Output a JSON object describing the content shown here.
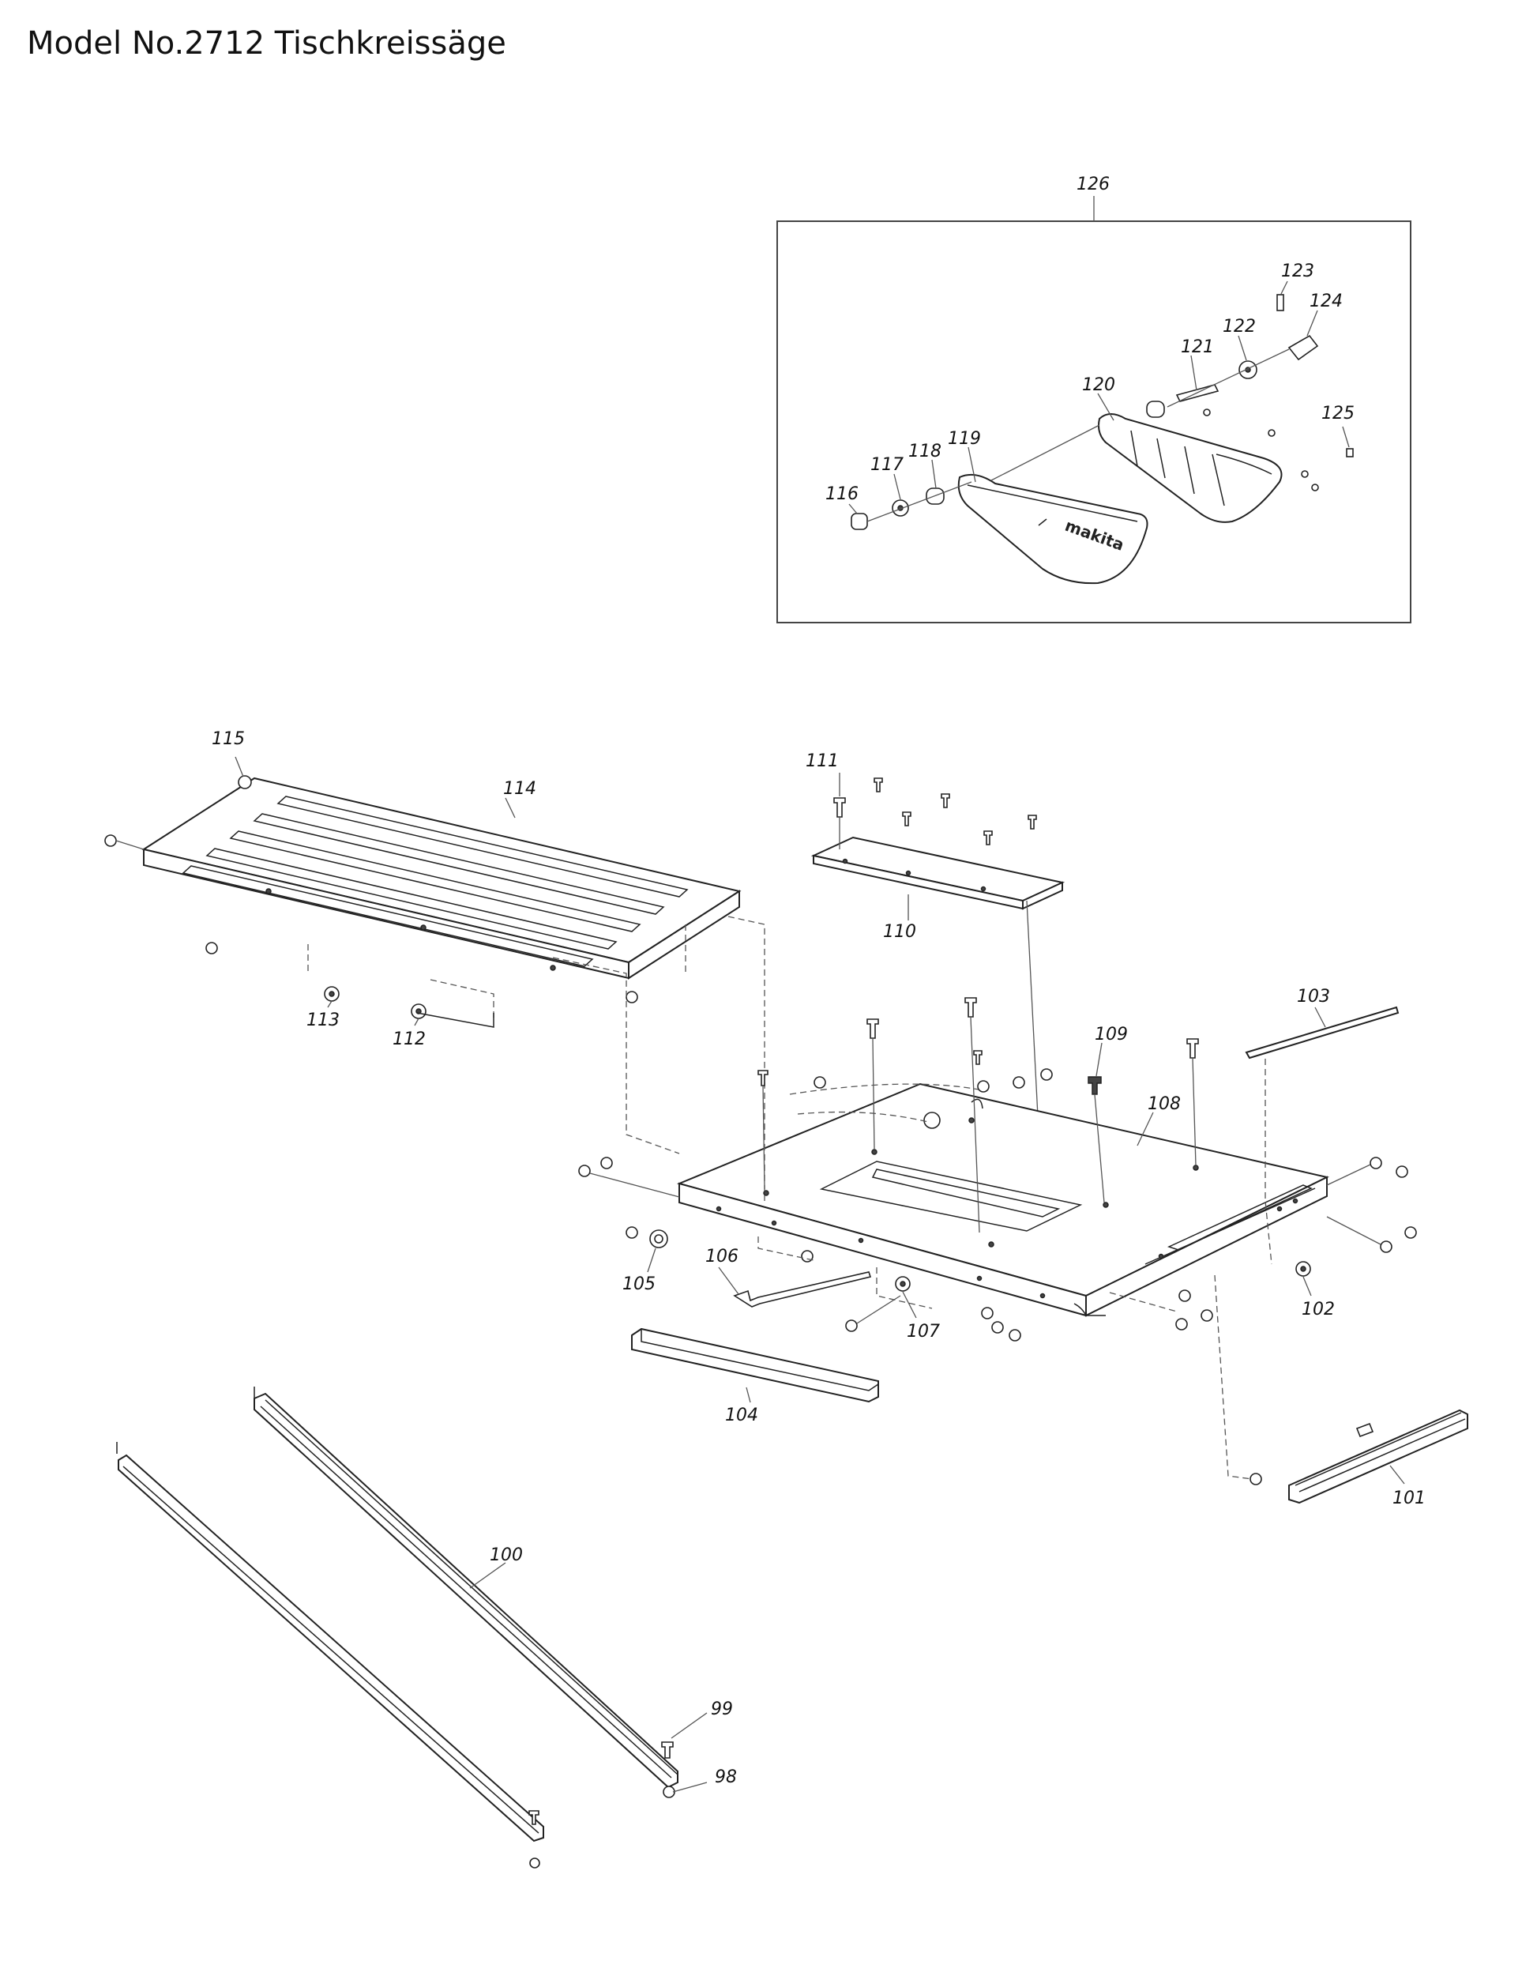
{
  "page": {
    "title": "Model No.2712 Tischkreissäge"
  },
  "callouts": {
    "p98": "98",
    "p99": "99",
    "p100": "100",
    "p101": "101",
    "p102": "102",
    "p103": "103",
    "p104": "104",
    "p105": "105",
    "p106": "106",
    "p107": "107",
    "p108": "108",
    "p109": "109",
    "p110": "110",
    "p111": "111",
    "p112": "112",
    "p113": "113",
    "p114": "114",
    "p115": "115",
    "p116": "116",
    "p117": "117",
    "p118": "118",
    "p119": "119",
    "p120": "120",
    "p121": "121",
    "p122": "122",
    "p123": "123",
    "p124": "124",
    "p125": "125",
    "p126": "126"
  },
  "inset": {
    "brand_mark": "makita"
  }
}
